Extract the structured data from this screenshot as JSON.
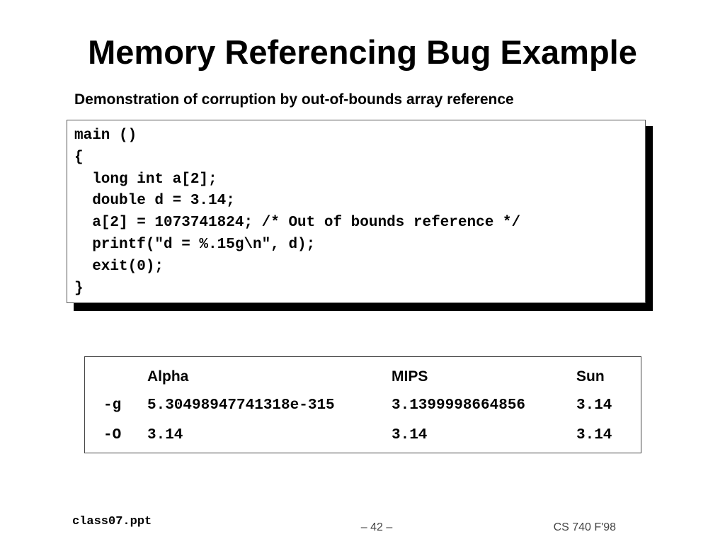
{
  "slide": {
    "title": "Memory Referencing Bug Example",
    "subtitle": "Demonstration of corruption by out-of-bounds array reference"
  },
  "code": {
    "lines": [
      "main ()",
      "{",
      "  long int a[2];",
      "  double d = 3.14;",
      "  a[2] = 1073741824; /* Out of bounds reference */",
      "  printf(\"d = %.15g\\n\", d);",
      "  exit(0);",
      "}"
    ]
  },
  "results_table": {
    "headers": {
      "alpha": "Alpha",
      "mips": "MIPS",
      "sun": "Sun"
    },
    "rows": [
      {
        "flag": "-g",
        "alpha": "5.30498947741318e-315",
        "mips": "3.1399998664856",
        "sun": "3.14"
      },
      {
        "flag": "-O",
        "alpha": "3.14",
        "mips": "3.14",
        "sun": "3.14"
      }
    ]
  },
  "footer": {
    "filename": "class07.ppt",
    "page": "– 42 –",
    "course": "CS 740 F'98"
  }
}
